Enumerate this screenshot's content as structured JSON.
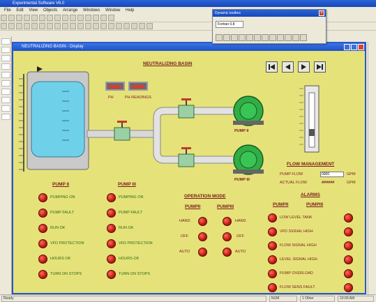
{
  "app": {
    "title": "Experimental Software V6.0",
    "menu": [
      "File",
      "Edit",
      "View",
      "Objects",
      "Arrange",
      "Windows",
      "Window",
      "Help"
    ]
  },
  "palette": {
    "title": "Dynamic toolbox",
    "selector": "Fortran 0.8"
  },
  "window": {
    "title": "NEUTRALIZING BASIN - Display"
  },
  "screen": {
    "title": "NEUTRALIZING BASIN",
    "ph_label": "PH",
    "ph_readout_label": "PH READINGS",
    "pump_ii_label": "PUMP II",
    "pump_iii_label": "PUMP III",
    "flow_header": "FLOW MANAGEMENT",
    "pump_flow_label": "PUMP FLOW",
    "pump_flow_value": "0000",
    "pump_flow_unit": "GPM",
    "actual_flow_label": "ACTUAL FLOW",
    "actual_flow_value": "######",
    "actual_flow_unit": "GPM",
    "alarms_header": "ALARMS",
    "alarm_pump_ii": "PUMPII",
    "alarm_pump_iii": "PUMPIII",
    "op_header": "OPERATION MODE",
    "op_pump_ii": "PUMPII",
    "op_pump_iii": "PUMPIII",
    "op_modes": [
      "HAND",
      "OFF",
      "AUTO"
    ],
    "pump_ii_header": "PUMP II",
    "pump_iii_header": "PUMP III",
    "status_items": [
      "PUMPING ON",
      "PUMP FAULT",
      "RUN OK",
      "VFD PROTECTION",
      "HOURS OK",
      "TURN ON STOPS"
    ],
    "alarm_items": [
      "LOW LEVEL TANK",
      "VFD SIGNAL HIGH",
      "FLOW SIGNAL HIGH",
      "LEVEL SIGNAL HIGH",
      "PUMP OVERLOAD",
      "FLOW SENS FAULT"
    ]
  },
  "status_bar": [
    "Ready",
    "NUM",
    "1 Other",
    "10:00 AM"
  ],
  "colors": {
    "background": "#e5e27a",
    "lamp": "#c01a10",
    "pump": "#2fae45",
    "tank_water": "#6fd0ea",
    "label": "#7a1a1a"
  }
}
